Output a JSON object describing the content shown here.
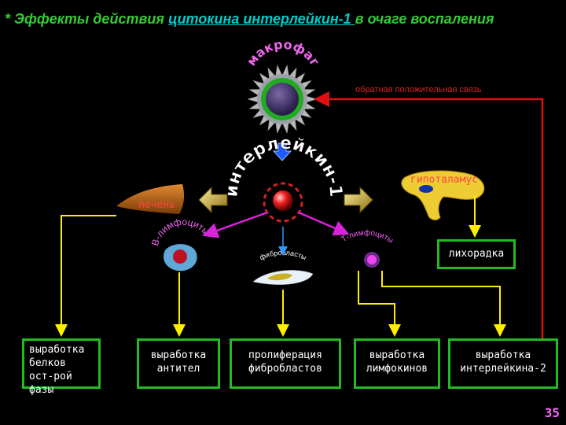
{
  "title": {
    "part1": "* Эффекты действия ",
    "part2": "цитокина  интерлейкин-1 ",
    "part3": "в очаге воспаления"
  },
  "center": {
    "macrophage_label": "макрофаг",
    "il1_label": "интерлейкин-1"
  },
  "labels": {
    "feedback": "обратная положительная связь",
    "hypothalamus": "гипоталамус",
    "liver": "печень",
    "fever": "лихорадка",
    "b_lymphocytes": "В-лимфоциты",
    "fibroblasts": "фибробласты",
    "t_lymphocytes": "Т-лимфоциты"
  },
  "boxes": {
    "acute_phase": "выработка белков ост-рой фазы",
    "antibodies": "выработка антител",
    "fibroblast_prolif": "пролиферация фибробластов",
    "lymphokines": "выработка лимфокинов",
    "il2": "выработка интерлейкина-2"
  },
  "page_number": "35",
  "colors": {
    "green": "#22bb22",
    "yellow": "#ffee00",
    "red": "#dd1111",
    "magenta": "#dd22dd",
    "blue": "#3399ff"
  }
}
